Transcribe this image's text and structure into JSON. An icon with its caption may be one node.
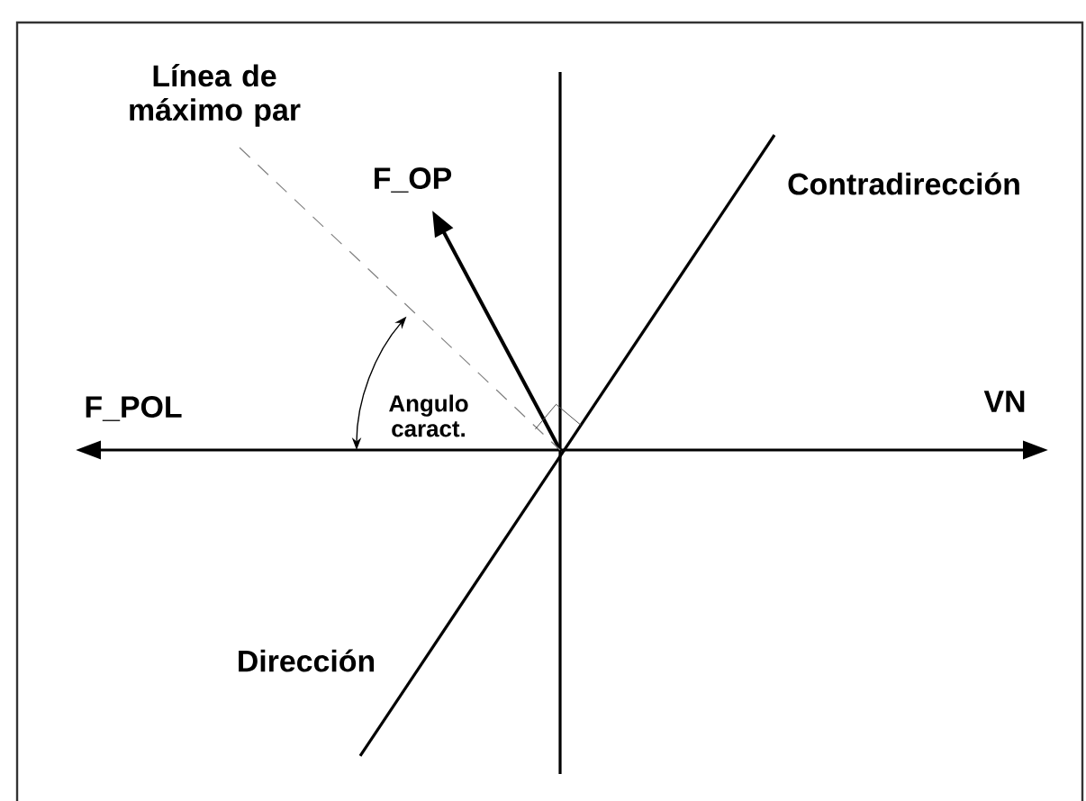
{
  "diagram": {
    "labels": [
      "Línea de máximo par",
      "F_OP",
      "Contradirección",
      "Angulo caract.",
      "F_POL",
      "VN",
      "Dirección"
    ]
  }
}
